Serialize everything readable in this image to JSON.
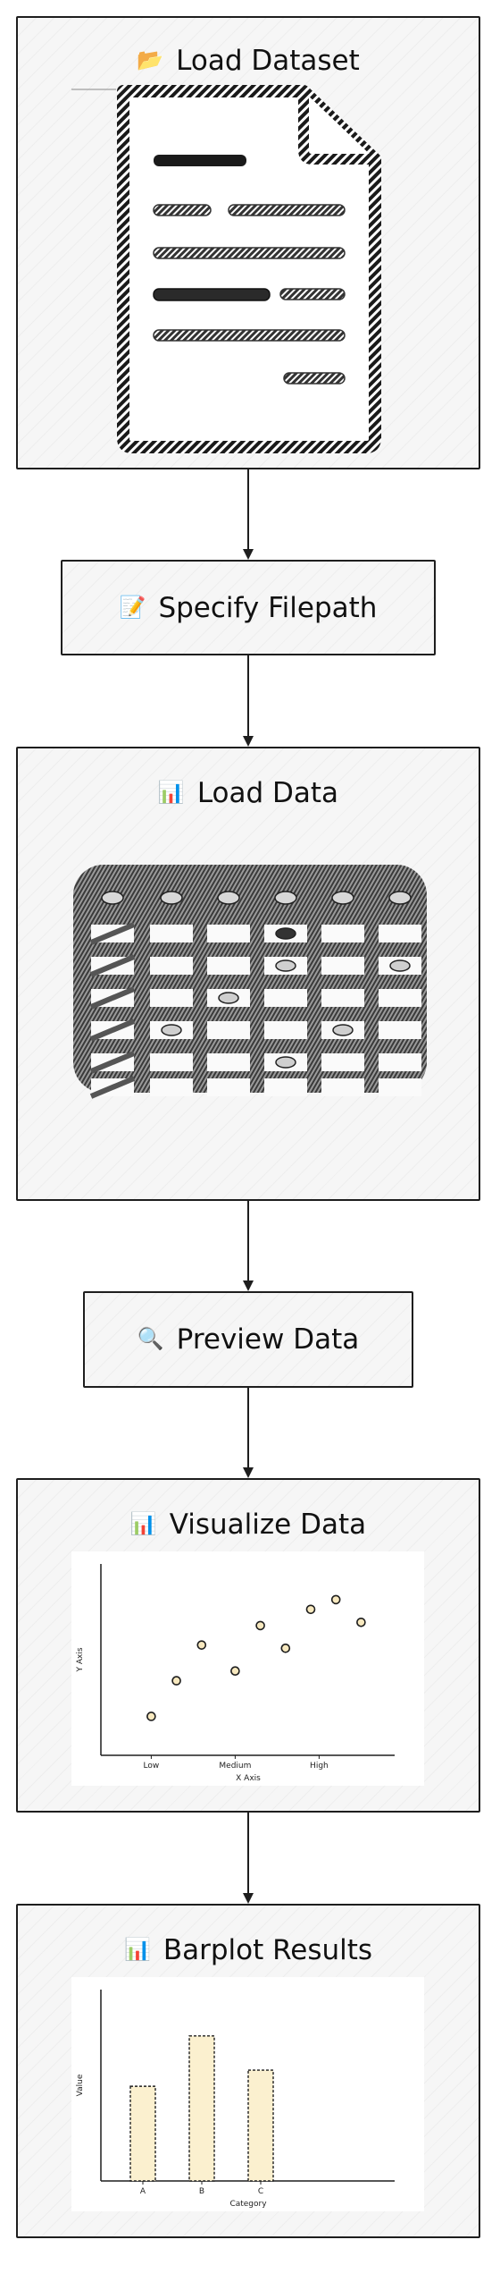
{
  "steps": [
    {
      "id": "load-dataset",
      "title": "Load Dataset",
      "icon": "📂",
      "icon_name": "folder-icon"
    },
    {
      "id": "specify-filepath",
      "title": "Specify Filepath",
      "icon": "📝",
      "icon_name": "memo-icon"
    },
    {
      "id": "load-data",
      "title": "Load Data",
      "icon": "📊",
      "icon_name": "bar-chart-icon"
    },
    {
      "id": "preview-data",
      "title": "Preview Data",
      "icon": "🔍",
      "icon_name": "magnifier-icon"
    },
    {
      "id": "visualize-data",
      "title": "Visualize Data",
      "icon": "📊",
      "icon_name": "bar-chart-icon"
    },
    {
      "id": "barplot-results",
      "title": "Barplot Results",
      "icon": "📊",
      "icon_name": "bar-chart-icon"
    }
  ],
  "chart_data": [
    {
      "type": "scatter",
      "title": "",
      "xlabel": "X Axis",
      "ylabel": "Y Axis",
      "categories": [
        "Low",
        "Medium",
        "High"
      ],
      "points": [
        {
          "x": 0.0,
          "y": 0.5
        },
        {
          "x": 0.3,
          "y": 1.6
        },
        {
          "x": 0.6,
          "y": 2.7
        },
        {
          "x": 1.0,
          "y": 1.9
        },
        {
          "x": 1.3,
          "y": 3.3
        },
        {
          "x": 1.6,
          "y": 2.6
        },
        {
          "x": 1.9,
          "y": 3.8
        },
        {
          "x": 2.2,
          "y": 4.1
        },
        {
          "x": 2.5,
          "y": 3.4
        }
      ],
      "xlim": [
        -0.6,
        2.9
      ],
      "ylim": [
        -0.7,
        5.2
      ],
      "grid": false,
      "colors": {
        "marker_fill": "#f8e9bf",
        "marker_edge": "#1e1e1e"
      }
    },
    {
      "type": "bar",
      "title": "",
      "xlabel": "Category",
      "ylabel": "Value",
      "categories": [
        "A",
        "B",
        "C"
      ],
      "values": [
        4.7,
        7.2,
        5.5
      ],
      "ylim": [
        0,
        9.5
      ],
      "grid": false,
      "colors": {
        "bar_fill": "#fbf0cf",
        "bar_edge": "#1e1e1e"
      }
    }
  ]
}
